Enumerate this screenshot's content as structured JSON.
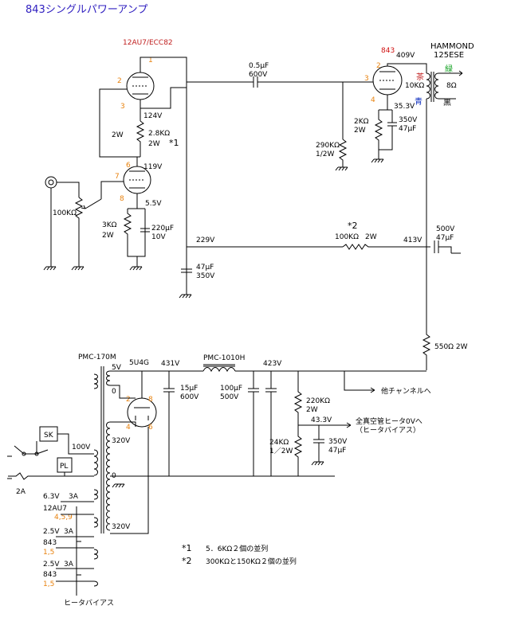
{
  "title": "843シングルパワーアンプ",
  "tube_12au7": {
    "name": "12AU7/ECC82",
    "pin1": "1",
    "pin2": "2",
    "pin3": "3",
    "pin6": "6",
    "pin7": "7",
    "pin8": "8",
    "v_cathode1": "124V",
    "v_plate2": "119V",
    "v_cathode2": "5.5V"
  },
  "parts_input": {
    "r_cath1": "2.8KΩ",
    "r_cath1_w": "2W",
    "star1": "*1",
    "r_fb_w": "2W",
    "vol": "100KΩ",
    "r_cath2": "3KΩ",
    "r_cath2_w": "2W",
    "c_cath2": "220μF",
    "c_cath2_v": "10V",
    "c_coupling": "0.5μF",
    "c_coupling_v": "600V",
    "v_b_mid": "229V",
    "c_dec1": "47μF",
    "c_dec1_v": "350V"
  },
  "tube_843": {
    "name": "843",
    "pin2": "2",
    "pin3": "3",
    "pin4": "4",
    "v_plate": "409V",
    "v_cathode": "35.3V",
    "r_grid": "290KΩ",
    "r_grid_w": "1/2W",
    "r_cath": "2KΩ",
    "r_cath_w": "2W",
    "c_cath": "350V",
    "c_cath_c": "47μF"
  },
  "output_transformer": {
    "brand": "HAMMOND",
    "model": "125ESE",
    "imp_primary": "10KΩ",
    "imp_secondary": "8Ω",
    "wire_brown": "茶",
    "wire_blue": "青",
    "wire_green": "緑",
    "wire_black": "黒"
  },
  "decoupling": {
    "star2": "*2",
    "r_dec": "100KΩ",
    "r_dec_w": "2W",
    "v_413": "413V",
    "c_dec2_v": "500V",
    "c_dec2_c": "47μF",
    "r_dec3": "550Ω 2W"
  },
  "power_supply": {
    "power_transformer": "PMC-170M",
    "v5": "5V",
    "v0a": "0",
    "v100": "100V",
    "v320a": "320V",
    "v0b": "0",
    "v320b": "320V",
    "rectifier": "5U4G",
    "rect_pin2": "2",
    "rect_pin4": "4",
    "rect_pin6": "6",
    "rect_pin8": "8",
    "v431": "431V",
    "c1": "15μF",
    "c1_v": "600V",
    "choke": "PMC-1010H",
    "v423": "423V",
    "c2": "100μF",
    "c2_v": "500V",
    "to_other_ch": "他チャンネルへ",
    "r_bias_top": "220KΩ",
    "r_bias_top_w": "2W",
    "v_bias": "43.3V",
    "heater_bias_to": "全真空管ヒータ0Vへ",
    "heater_bias_sub": "（ヒータバイアス）",
    "r_bias_bot": "24KΩ",
    "r_bias_bot_w": "1／2W",
    "c_bias_v": "350V",
    "c_bias_c": "47μF",
    "sk": "SK",
    "pl": "PL",
    "fuse": "2A"
  },
  "heaters": [
    {
      "volt": "6.3V",
      "amp": "3A",
      "tube": "12AU7",
      "pins": "4,5,9"
    },
    {
      "volt": "2.5V",
      "amp": "3A",
      "tube": "843",
      "pins": "1,5"
    },
    {
      "volt": "2.5V",
      "amp": "3A",
      "tube": "843",
      "pins": "1,5"
    }
  ],
  "heater_bias_label": "ヒータバイアス",
  "notes": [
    {
      "mark": "*1",
      "text": "5．6KΩ２個の並列"
    },
    {
      "mark": "*2",
      "text": "300KΩと150KΩ２個の並列"
    }
  ]
}
